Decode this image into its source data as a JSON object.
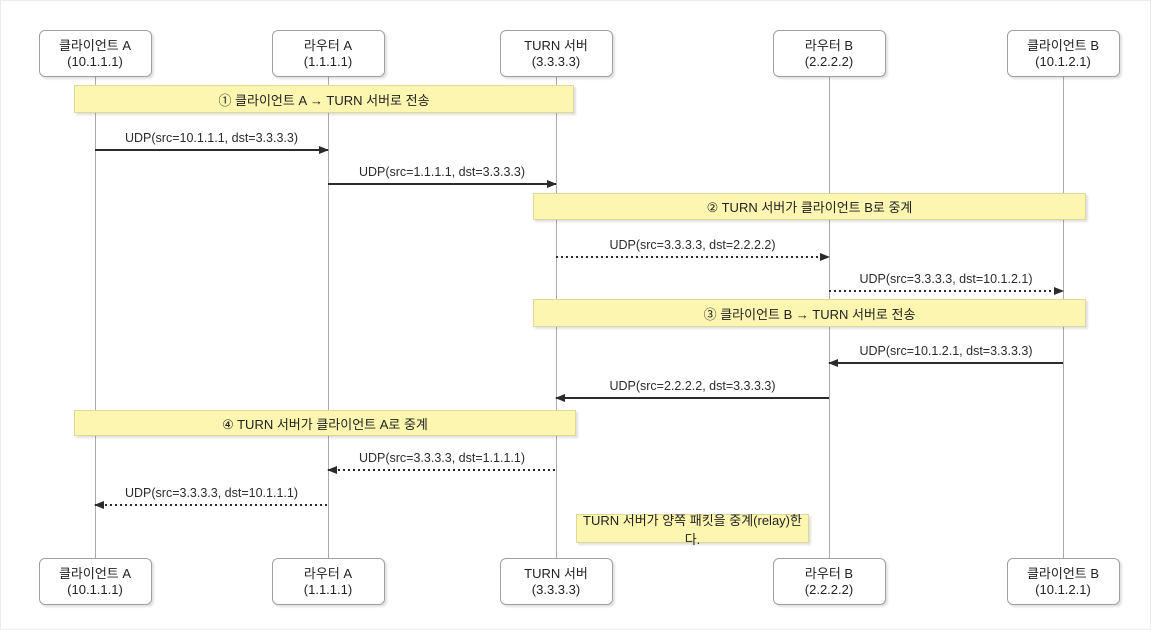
{
  "diagram": {
    "title": "TURN relay sequence diagram",
    "participants": [
      {
        "name": "클라이언트 A",
        "address": "(10.1.1.1)"
      },
      {
        "name": "라우터 A",
        "address": "(1.1.1.1)"
      },
      {
        "name": "TURN 서버",
        "address": "(3.3.3.3)"
      },
      {
        "name": "라우터 B",
        "address": "(2.2.2.2)"
      },
      {
        "name": "클라이언트 B",
        "address": "(10.1.2.1)"
      }
    ],
    "notes": [
      {
        "text": "① 클라이언트 A → TURN 서버로 전송"
      },
      {
        "text": "② TURN 서버가 클라이언트 B로 중계"
      },
      {
        "text": "③ 클라이언트 B → TURN 서버로 전송"
      },
      {
        "text": "④ TURN 서버가 클라이언트 A로 중계"
      },
      {
        "text": "TURN 서버가 양쪽 패킷을 중계(relay)한다."
      }
    ],
    "messages": [
      {
        "from": 0,
        "to": 1,
        "style": "solid",
        "label": "UDP(src=10.1.1.1, dst=3.3.3.3)"
      },
      {
        "from": 1,
        "to": 2,
        "style": "solid",
        "label": "UDP(src=1.1.1.1, dst=3.3.3.3)"
      },
      {
        "from": 2,
        "to": 3,
        "style": "dotted",
        "label": "UDP(src=3.3.3.3, dst=2.2.2.2)"
      },
      {
        "from": 3,
        "to": 4,
        "style": "dotted",
        "label": "UDP(src=3.3.3.3, dst=10.1.2.1)"
      },
      {
        "from": 4,
        "to": 3,
        "style": "solid",
        "label": "UDP(src=10.1.2.1, dst=3.3.3.3)"
      },
      {
        "from": 3,
        "to": 2,
        "style": "solid",
        "label": "UDP(src=2.2.2.2, dst=3.3.3.3)"
      },
      {
        "from": 2,
        "to": 1,
        "style": "dotted",
        "label": "UDP(src=3.3.3.3, dst=1.1.1.1)"
      },
      {
        "from": 1,
        "to": 0,
        "style": "dotted",
        "label": "UDP(src=3.3.3.3, dst=10.1.1.1)"
      }
    ],
    "colors": {
      "note_fill": "#fcf6b1",
      "note_border": "#dfd89b",
      "box_border": "#a0a0a0",
      "lifeline": "#ababab",
      "arrow": "#2b2b2b"
    }
  }
}
